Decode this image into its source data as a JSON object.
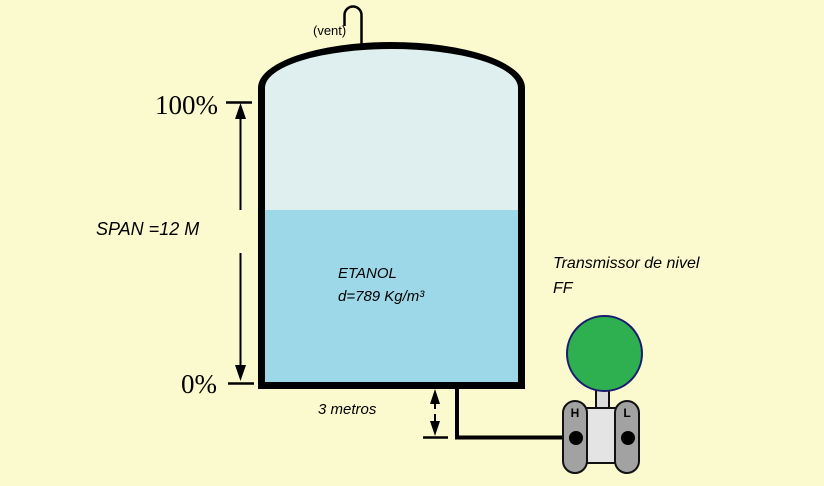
{
  "diagram": {
    "vent_label": "(vent)",
    "level_100_label": "100%",
    "level_0_label": "0%",
    "span_label": "SPAN =12 M",
    "tank_content_line1": "ETANOL",
    "tank_content_line2": "d=789 Kg/m³",
    "distance_label": "3 metros",
    "transmitter_label_line1": "Transmissor de nivel",
    "transmitter_label_line2": "FF",
    "port_high_label": "H",
    "port_low_label": "L"
  },
  "colors": {
    "background": "#FBF9CE",
    "tank_border": "#000000",
    "tank_vapor_space": "#DFEFF0",
    "tank_liquid": "#9CD8E8",
    "transmitter_display_green": "#2EB050",
    "transmitter_display_border": "#1B1B6F",
    "transmitter_body_gray": "#E4E4E4",
    "transmitter_flange_gray": "#A2A2A2",
    "line_color": "#000000",
    "text_color": "#000000"
  }
}
